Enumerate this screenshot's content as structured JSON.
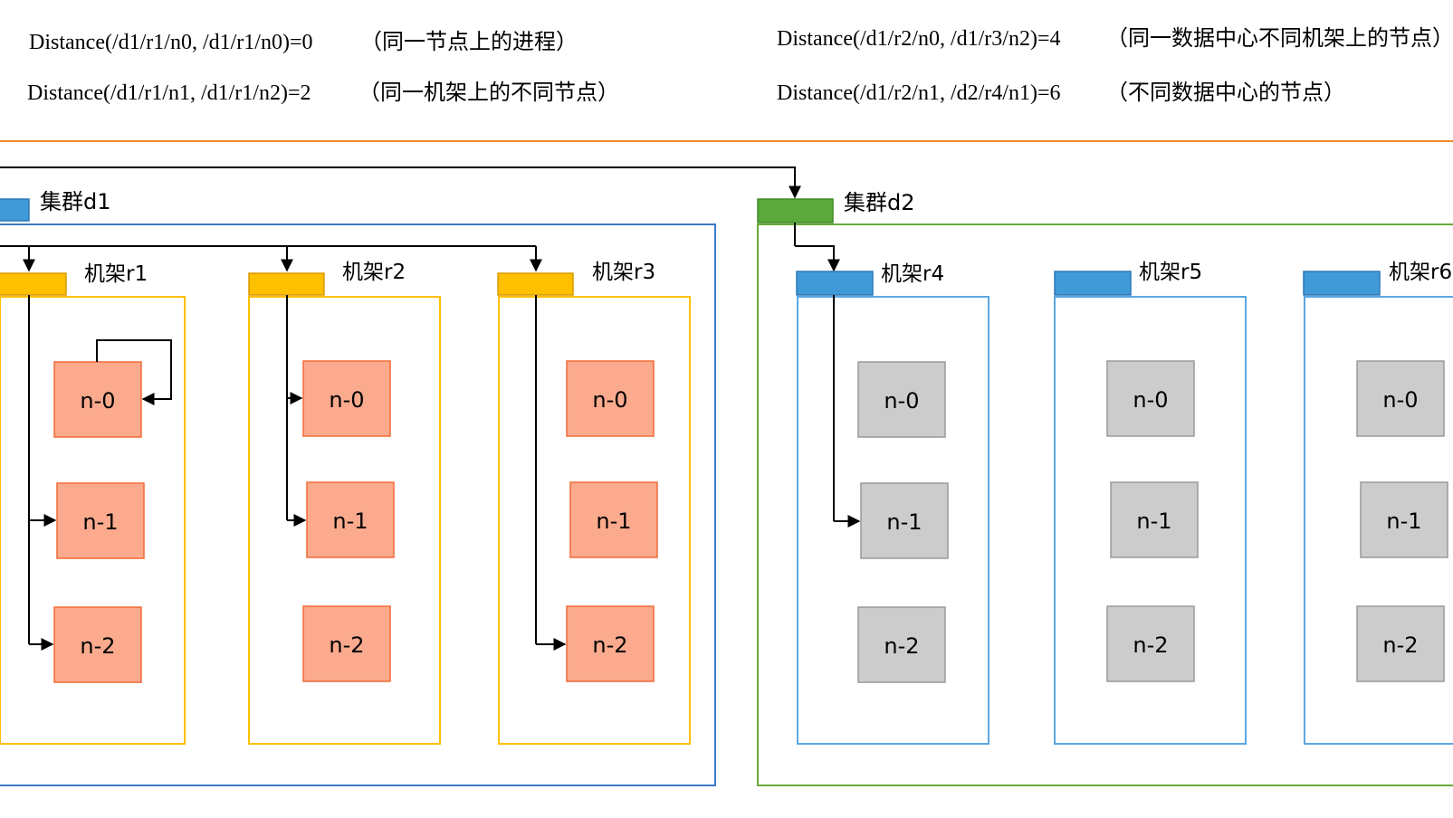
{
  "formulas": {
    "f1": {
      "expr": "Distance(/d1/r1/n0, /d1/r1/n0)=0",
      "note": "（同一节点上的进程）"
    },
    "f2": {
      "expr": "Distance(/d1/r1/n1, /d1/r1/n2)=2",
      "note": "（同一机架上的不同节点）"
    },
    "f3": {
      "expr": "Distance(/d1/r2/n0, /d1/r3/n2)=4",
      "note": "（同一数据中心不同机架上的节点）"
    },
    "f4": {
      "expr": "Distance(/d1/r2/n1, /d2/r4/n1)=6",
      "note": "（不同数据中心的节点）"
    }
  },
  "clusters": {
    "d1": {
      "label": "集群d1",
      "color": "#3d79c7"
    },
    "d2": {
      "label": "集群d2",
      "color": "#6aaa3a"
    }
  },
  "racks": {
    "r1": {
      "label": "机架r1"
    },
    "r2": {
      "label": "机架r2"
    },
    "r3": {
      "label": "机架r3"
    },
    "r4": {
      "label": "机架r4"
    },
    "r5": {
      "label": "机架r5"
    },
    "r6": {
      "label": "机架r6"
    }
  },
  "nodes": {
    "n0": "n-0",
    "n1": "n-1",
    "n2": "n-2"
  },
  "colors": {
    "divider": "#f08a24",
    "rack_d1_fill": "#ffc000",
    "rack_d1_border": "#ffc000",
    "rack_d2_fill": "#419ad8",
    "rack_d2_border": "#5ea7e0",
    "node_d1_fill": "#fbaa8e",
    "node_d1_border": "#f26a36",
    "node_d2_fill": "#cccccc",
    "node_d2_border": "#9a9a9a",
    "cluster_d2_fill": "#5aa93a"
  }
}
